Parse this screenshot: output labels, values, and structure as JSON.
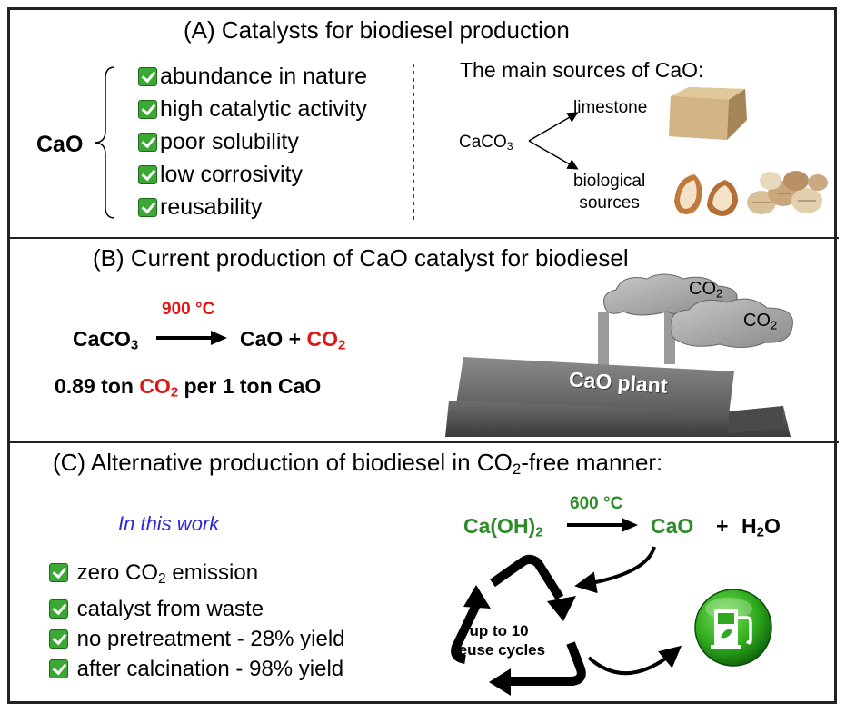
{
  "panel_a": {
    "title": "(A) Catalysts for biodiesel production",
    "label": "CaO",
    "benefits": [
      "abundance in nature",
      "high catalytic activity",
      "poor solubility",
      "low corrosivity",
      "reusability"
    ],
    "sources_title": "The main sources of CaO:",
    "precursor_main": "CaCO",
    "precursor_sub": "3",
    "branch_1": "limestone",
    "branch_2_line1": "biological",
    "branch_2_line2": "sources"
  },
  "panel_b": {
    "title": "(B) Current production of CaO catalyst for biodiesel",
    "temperature": "900 °C",
    "reactant_main": "CaCO",
    "reactant_sub": "3",
    "product_1": "CaO +",
    "product_2_main": "CO",
    "product_2_sub": "2",
    "emission_pre": "0.89 ton",
    "emission_co": "CO",
    "emission_sub": "2",
    "emission_post": "per 1 ton CaO",
    "plant_label": "CaO plant",
    "cloud_label_main": "CO",
    "cloud_label_sub": "2"
  },
  "panel_c": {
    "title_pre": "(C) Alternative production of biodiesel in CO",
    "title_sub": "2",
    "title_post": "-free manner:",
    "this_work": "In this work",
    "benefit_1_pre": "zero CO",
    "benefit_1_sub": "2",
    "benefit_1_post": " emission",
    "benefit_2": "catalyst from waste",
    "benefit_3": "no pretreatment - 28% yield",
    "benefit_4": "after calcination - 98% yield",
    "temperature": "600 °C",
    "reactant_main": "Ca(OH)",
    "reactant_sub": "2",
    "product_1": "CaO",
    "plus": "+",
    "product_2_main": "H",
    "product_2_sub": "2",
    "product_2_post": "O",
    "cycle_line1": "up to 10",
    "cycle_line2": "reuse cycles"
  },
  "colors": {
    "accent_red": "#e01515",
    "accent_green": "#2f8a2a",
    "this_work_blue": "#2a2ad8",
    "check_green": "#3aa832"
  },
  "icons": [
    "check-icon",
    "brace-icon",
    "limestone-icon",
    "eggshell-icon",
    "seashell-icon",
    "factory-icon",
    "cloud-icon",
    "recycle-icon",
    "fuel-pump-icon"
  ]
}
